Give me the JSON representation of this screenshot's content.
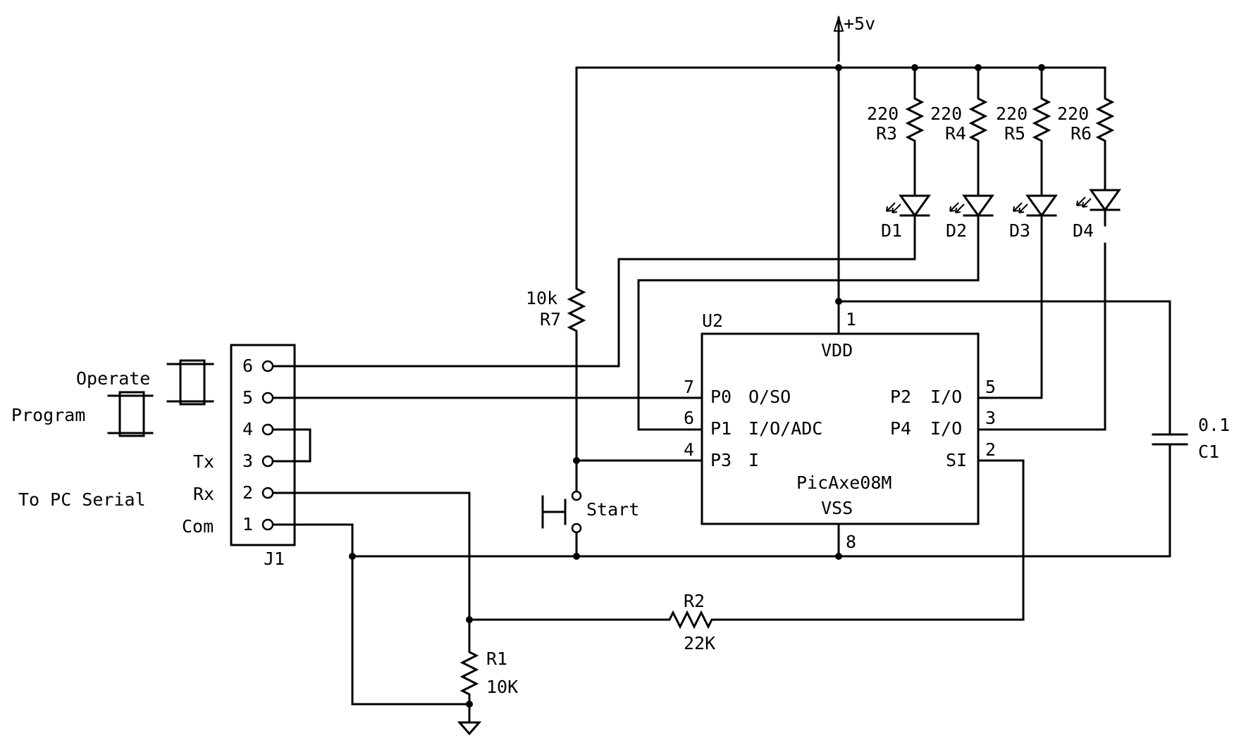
{
  "power": {
    "label": "+5v"
  },
  "leds": [
    {
      "resistor": {
        "value": "220",
        "ref": "R3"
      },
      "diode": "D1"
    },
    {
      "resistor": {
        "value": "220",
        "ref": "R4"
      },
      "diode": "D2"
    },
    {
      "resistor": {
        "value": "220",
        "ref": "R5"
      },
      "diode": "D3"
    },
    {
      "resistor": {
        "value": "220",
        "ref": "R6"
      },
      "diode": "D4"
    }
  ],
  "r7": {
    "value": "10k",
    "ref": "R7"
  },
  "r1": {
    "value": "10K",
    "ref": "R1"
  },
  "r2": {
    "value": "22K",
    "ref": "R2"
  },
  "c1": {
    "value": "0.1",
    "ref": "C1"
  },
  "start_switch": {
    "label": "Start"
  },
  "connector": {
    "ref": "J1",
    "pins": [
      "6",
      "5",
      "4",
      "3",
      "2",
      "1"
    ],
    "signals": {
      "tx": "Tx",
      "rx": "Rx",
      "com": "Com"
    },
    "caption": "To PC Serial",
    "switch_operate": "Operate",
    "switch_program": "Program"
  },
  "ic": {
    "ref": "U2",
    "name": "PicAxe08M",
    "vdd": "VDD",
    "vss": "VSS",
    "left_pins": [
      {
        "num": "7",
        "name": "P0",
        "func": "O/SO"
      },
      {
        "num": "6",
        "name": "P1",
        "func": "I/O/ADC"
      },
      {
        "num": "4",
        "name": "P3",
        "func": "I"
      }
    ],
    "right_pins": [
      {
        "num": "5",
        "name": "P2",
        "func": "I/O"
      },
      {
        "num": "3",
        "name": "P4",
        "func": "I/O"
      },
      {
        "num": "2",
        "name": "SI",
        "func": ""
      }
    ],
    "vdd_pin": "1",
    "vss_pin": "8"
  }
}
